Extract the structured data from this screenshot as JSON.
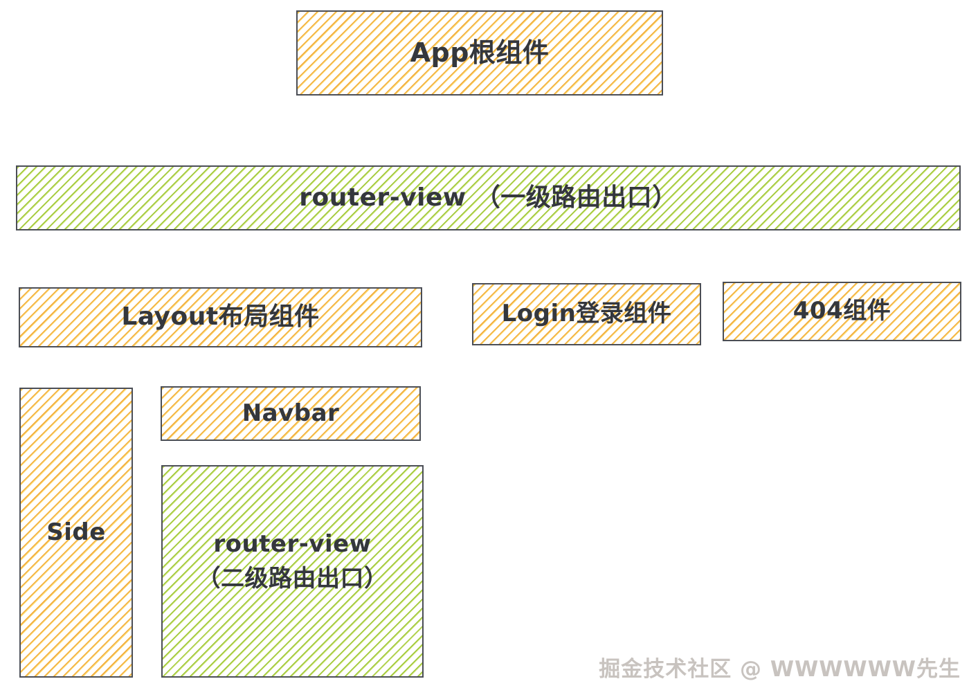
{
  "diagram": {
    "title_context": "Vue component / router structure diagram",
    "boxes": {
      "app": {
        "label": "App根组件",
        "fill": "yellow-hachure"
      },
      "router_view_l1": {
        "label": "router-view （一级路由出口）",
        "fill": "green-hachure"
      },
      "layout": {
        "label": "Layout布局组件",
        "fill": "yellow-hachure"
      },
      "login": {
        "label": "Login登录组件",
        "fill": "yellow-hachure"
      },
      "not_found": {
        "label": "404组件",
        "fill": "yellow-hachure"
      },
      "navbar": {
        "label": "Navbar",
        "fill": "yellow-hachure"
      },
      "side": {
        "label": "Side",
        "fill": "yellow-hachure"
      },
      "router_view_l2": {
        "label_line1": "router-view",
        "label_line2": "（二级路由出口）",
        "fill": "green-hachure"
      }
    },
    "colors": {
      "yellow_hatch_dark": "#f2ae41",
      "yellow_hatch_light": "#fcd96e",
      "green_hatch_dark": "#9fc73a",
      "green_hatch_light": "#cbe272",
      "border": "#4b4e55",
      "text": "#34373d",
      "watermark_text": "#c8c3bf",
      "background": "#ffffff"
    }
  },
  "watermark": {
    "text": "掘金技术社区 @ WWWWWW先生"
  }
}
